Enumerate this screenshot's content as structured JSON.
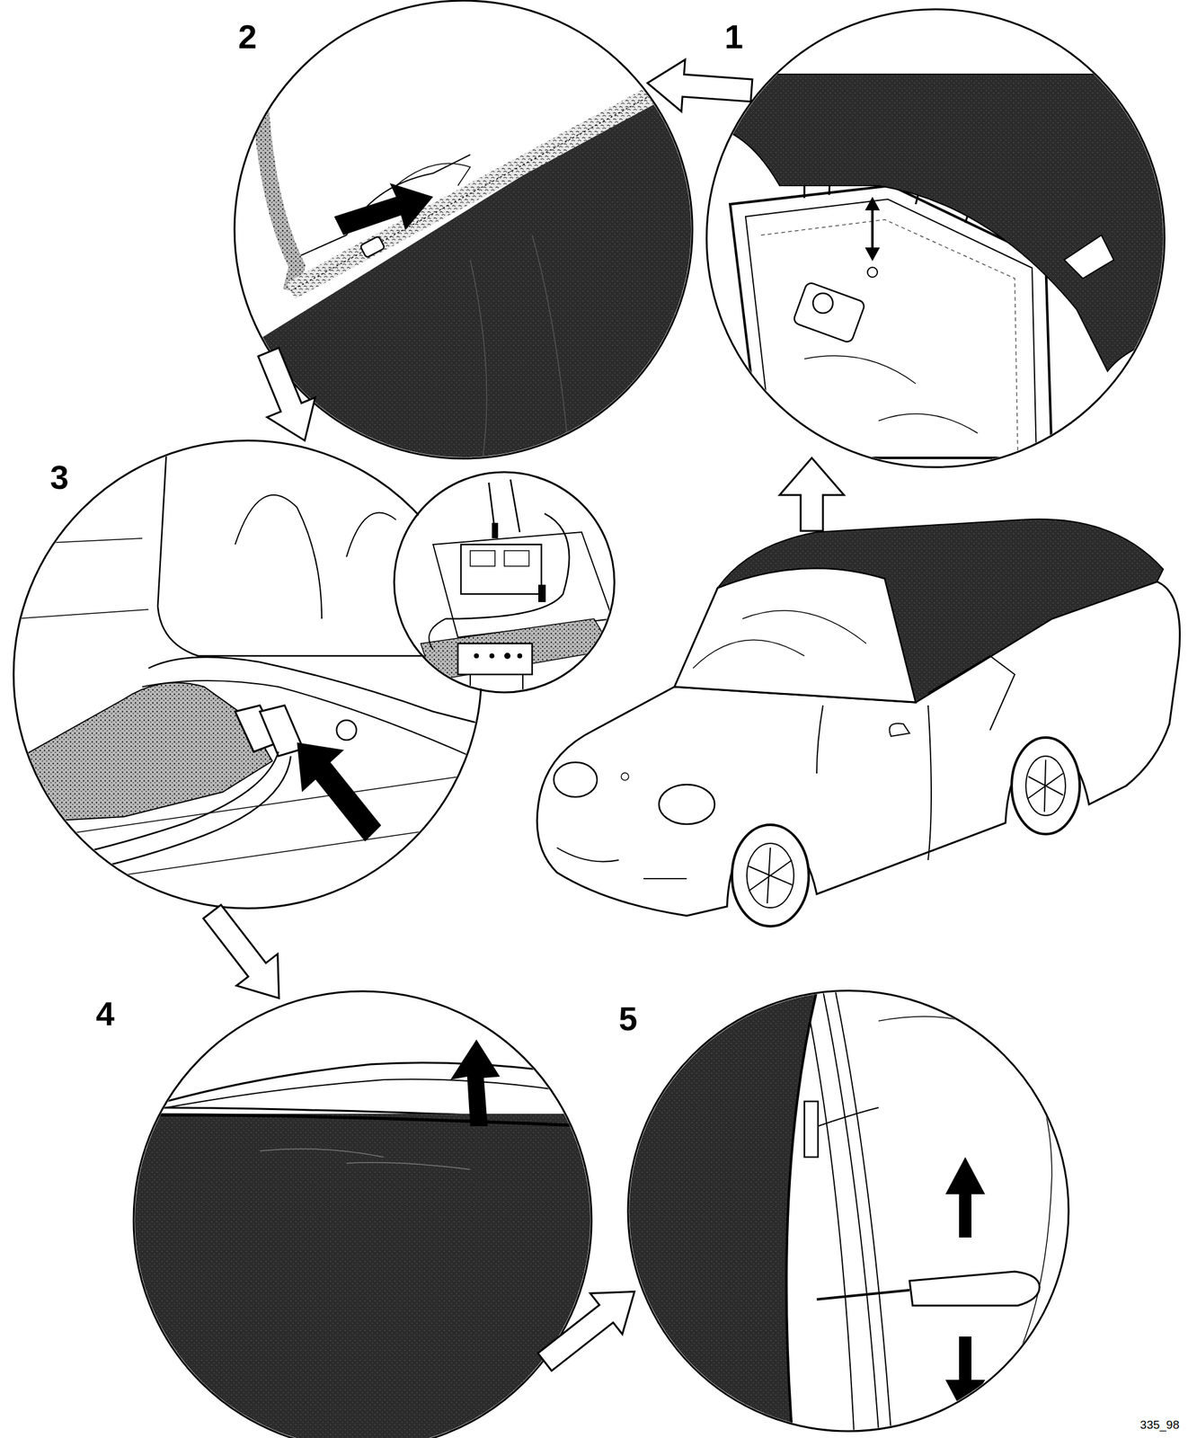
{
  "diagram": {
    "nodes": [
      {
        "text": [
          "1"
        ]
      },
      {
        "text": [
          "2"
        ]
      },
      {
        "text": [
          "3"
        ]
      },
      {
        "text": [
          "4"
        ]
      },
      {
        "text": [
          "5"
        ]
      }
    ],
    "edges": [
      {
        "from": 0,
        "to": 1,
        "arrow": "to"
      },
      {
        "from": 1,
        "to": 2,
        "arrow": "to"
      },
      {
        "from": 2,
        "to": 3,
        "arrow": "to"
      },
      {
        "from": 3,
        "to": 4,
        "arrow": "to"
      }
    ],
    "labels": [
      "335_98"
    ]
  }
}
